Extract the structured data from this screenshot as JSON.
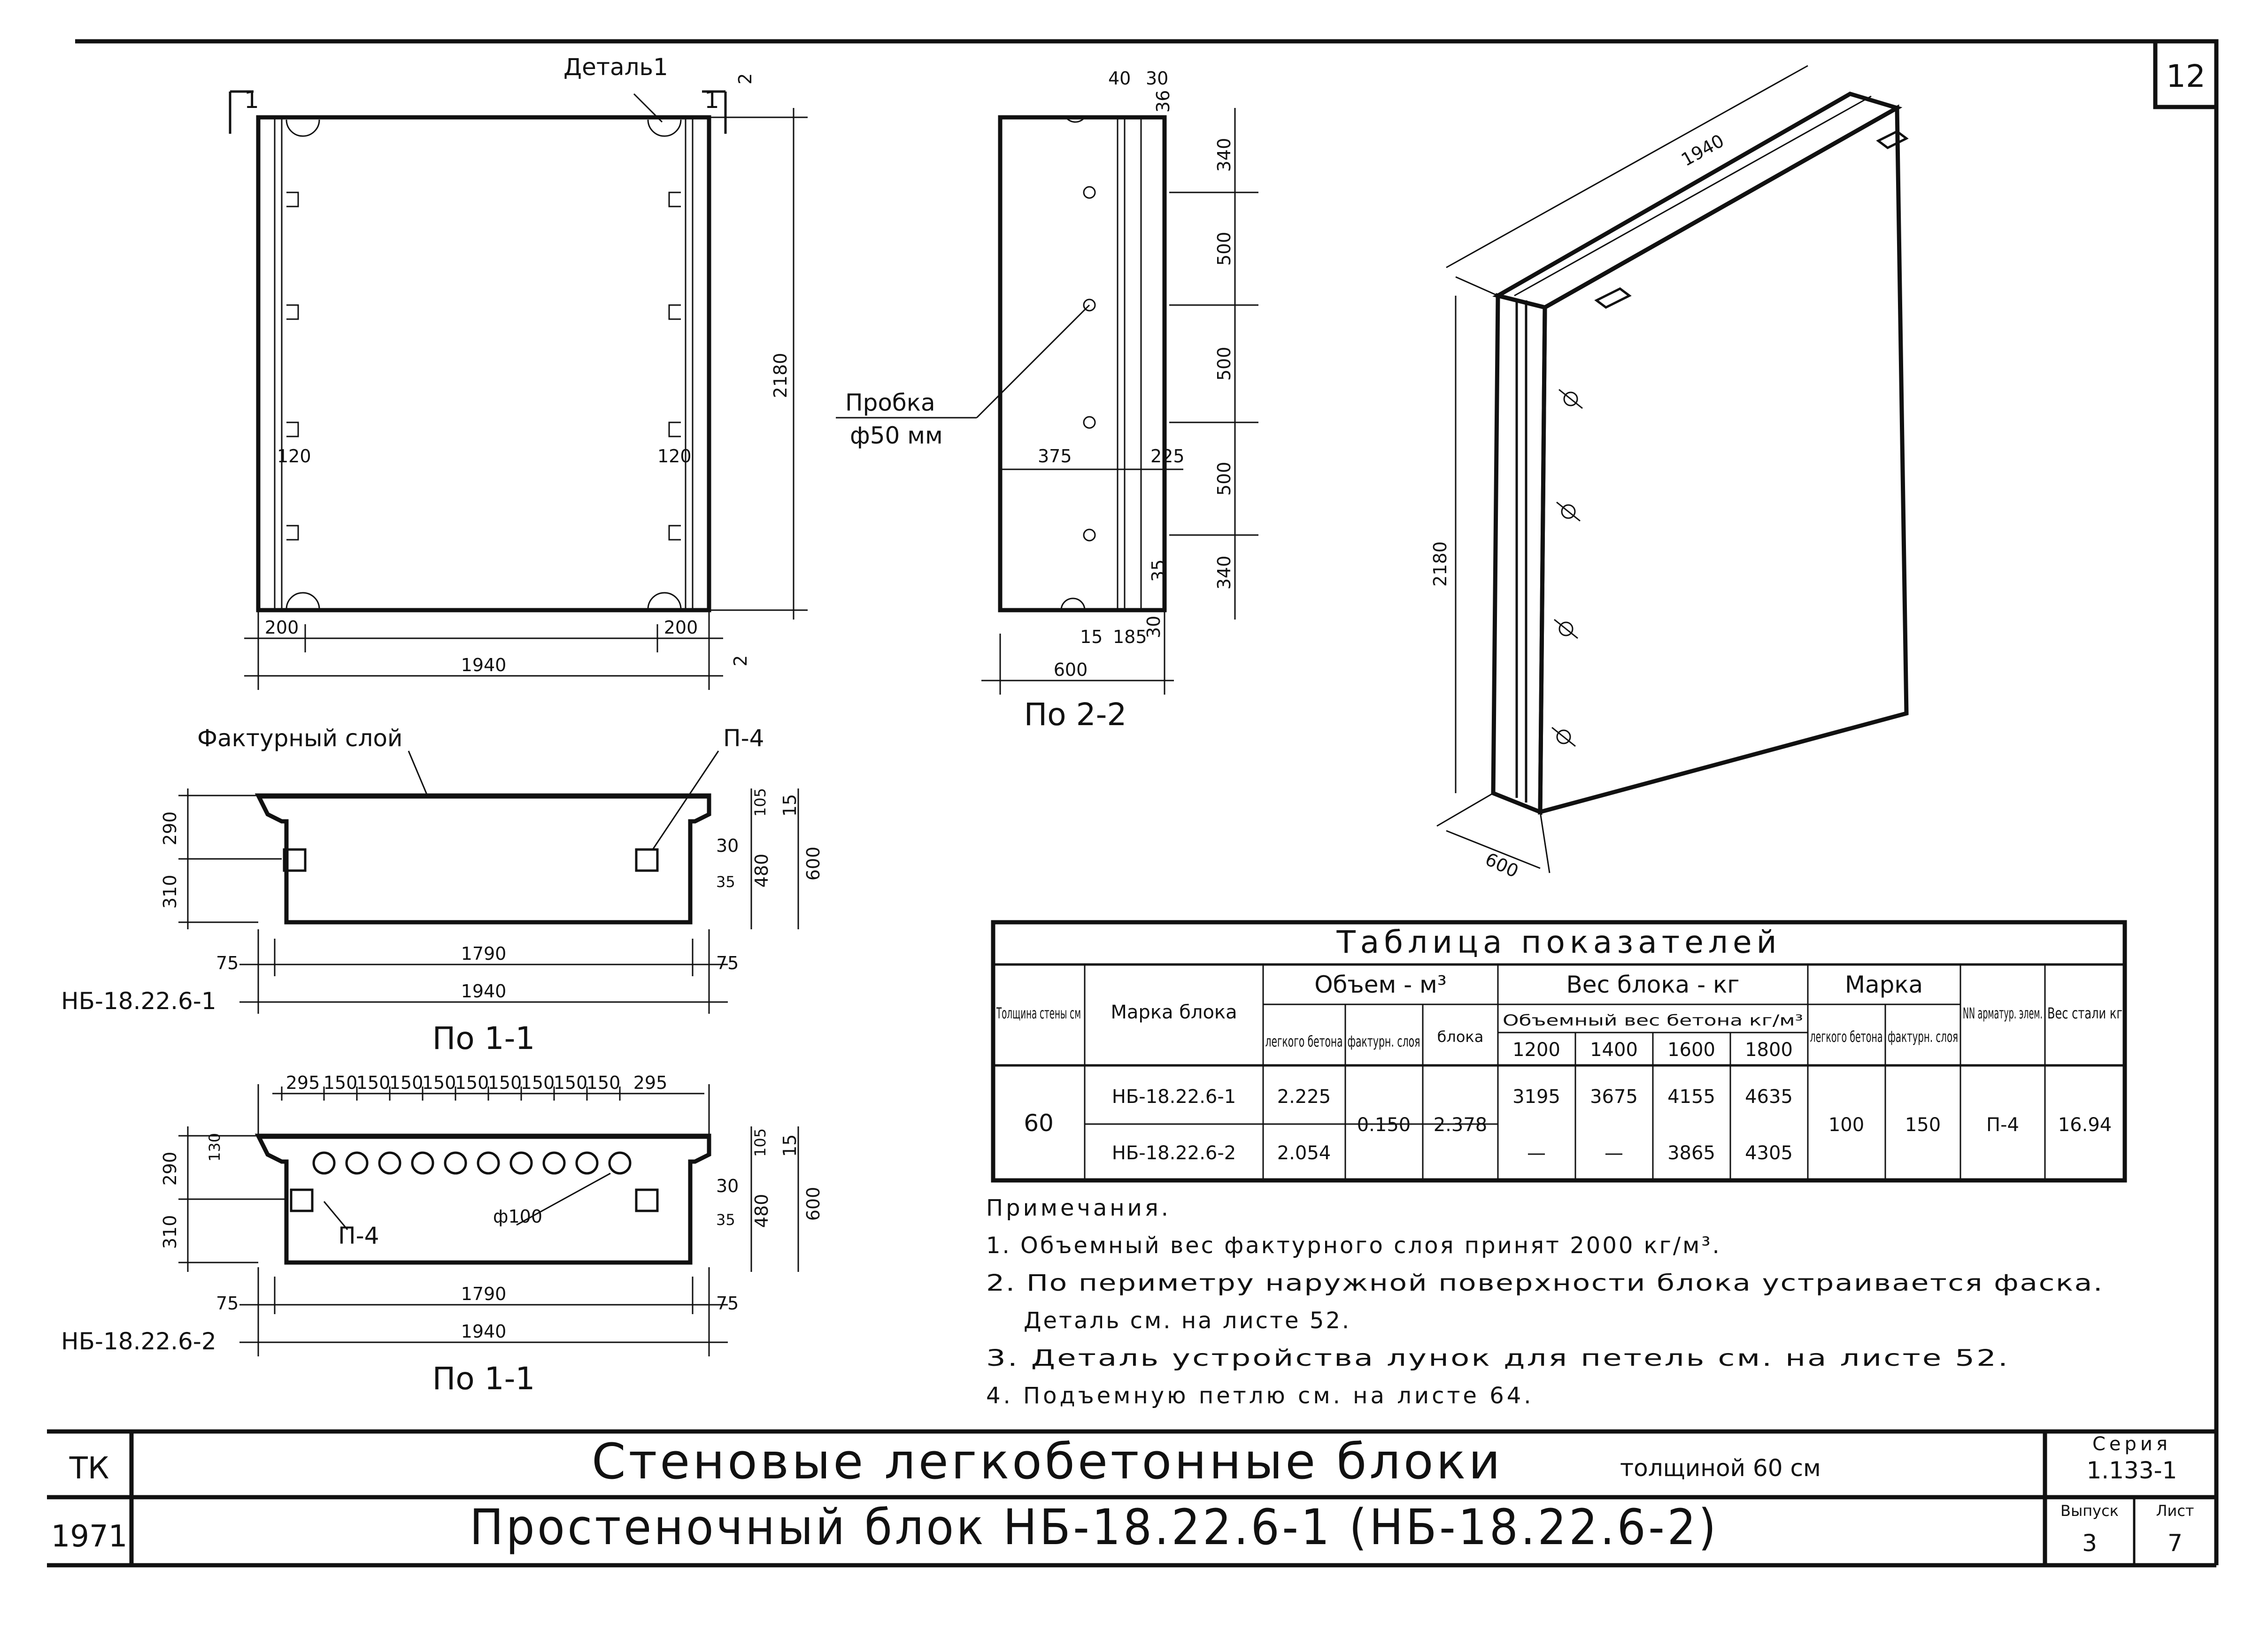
{
  "sheet_number": "12",
  "elevation": {
    "detail_label": "Деталь1",
    "section_mark": "1",
    "dim_height": "2180",
    "dim_width": "1940",
    "dim_edge_left": "200",
    "dim_edge_right": "200",
    "dim_inner_left": "120",
    "dim_inner_right": "120",
    "dim_small": "2"
  },
  "section22": {
    "caption": "По 2-2",
    "plug_label": "Пробка",
    "plug_size": "ф50 мм",
    "top_dim_a": "40",
    "top_dim_b": "30",
    "top_dim_c": "36",
    "dim_375": "375",
    "dim_225": "225",
    "dim_340_top": "340",
    "dim_500_a": "500",
    "dim_500_b": "500",
    "dim_500_c": "500",
    "dim_340_bot": "340",
    "dim_35": "35",
    "dim_30": "30",
    "dim_15": "15",
    "dim_185": "185",
    "dim_width": "600"
  },
  "section11_a": {
    "caption": "По 1-1",
    "mark": "НБ-18.22.6-1",
    "facing_label": "Фактурный слой",
    "anchor_label": "П-4",
    "dim_290": "290",
    "dim_310": "310",
    "dim_105": "105",
    "dim_15": "15",
    "dim_480": "480",
    "dim_600": "600",
    "dim_30": "30",
    "dim_35": "35",
    "dim_75_l": "75",
    "dim_75_r": "75",
    "dim_1790": "1790",
    "dim_1940": "1940"
  },
  "section11_b": {
    "caption": "По 1-1",
    "mark": "НБ-18.22.6-2",
    "anchor_label": "П-4",
    "hole_label": "ф100",
    "top_dims": [
      "295",
      "150",
      "150",
      "150",
      "150",
      "150",
      "150",
      "150",
      "150",
      "150",
      "295"
    ],
    "dim_290": "290",
    "dim_310": "310",
    "dim_130": "130",
    "dim_105": "105",
    "dim_15": "15",
    "dim_480": "480",
    "dim_600": "600",
    "dim_30": "30",
    "dim_35": "35",
    "dim_75_l": "75",
    "dim_75_r": "75",
    "dim_1790": "1790",
    "dim_1940": "1940"
  },
  "isometric": {
    "length": "1940",
    "height": "2180",
    "depth": "600"
  },
  "table": {
    "title": "Таблица показателей",
    "h_thickness": "Толщина стены см",
    "h_mark": "Марка блока",
    "h_volume": "Объем - м³",
    "h_vol_light": "легкого бетона",
    "h_vol_facing": "фактурн. слоя",
    "h_vol_block": "блока",
    "h_weight": "Вес блока - кг",
    "h_weight_sub": "Объемный вес бетона кг/м³",
    "weight_cols": [
      "1200",
      "1400",
      "1600",
      "1800"
    ],
    "h_grade": "Марка",
    "h_grade_light": "легкого бетона",
    "h_grade_facing": "фактурн. слоя",
    "h_rebar": "NN арматур. элем.",
    "h_steel": "Вес стали кг",
    "thickness": "60",
    "vol_facing": "0.150",
    "vol_block": "2.378",
    "grade_light": "100",
    "grade_facing": "150",
    "rebar": "П-4",
    "steel": "16.94",
    "rows": [
      {
        "mark": "НБ-18.22.6-1",
        "vol_light": "2.225",
        "w": [
          "3195",
          "3675",
          "4155",
          "4635"
        ]
      },
      {
        "mark": "НБ-18.22.6-2",
        "vol_light": "2.054",
        "w": [
          "—",
          "—",
          "3865",
          "4305"
        ]
      }
    ]
  },
  "notes": {
    "title": "Примечания.",
    "items": [
      "1. Объемный вес фактурного слоя принят 2000 кг/м³.",
      "2. По периметру наружной поверхности блока устраивается фаска.",
      "Деталь см. на листе 52.",
      "3. Деталь устройства лунок для петель см. на листе 52.",
      "4. Подъемную петлю см. на листе 64."
    ]
  },
  "title_block": {
    "org": "ТК",
    "year": "1971",
    "title": "Стеновые легкобетонные блоки",
    "title_suffix": "толщиной 60 см",
    "subtitle": "Простеночный блок НБ-18.22.6-1 (НБ-18.22.6-2)",
    "series_label": "Серия",
    "series": "1.133-1",
    "issue_label": "Выпуск",
    "issue": "3",
    "sheet_label": "Лист",
    "sheet": "7"
  }
}
